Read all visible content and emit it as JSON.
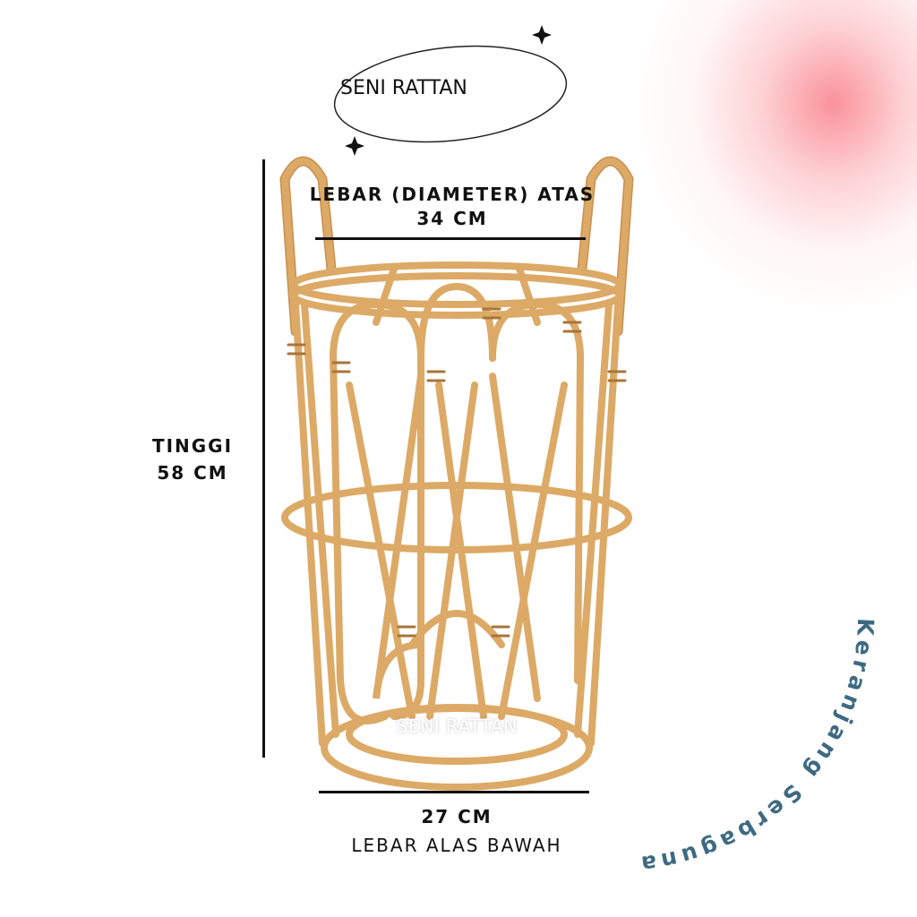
{
  "brand": {
    "name": "SENI RATTAN",
    "watermark": "SENI RATTAN"
  },
  "dimensions": {
    "top_width_label": "LEBAR (DIAMETER) ATAS",
    "top_width_value": "34 CM",
    "height_label": "TINGGI",
    "height_value": "58 CM",
    "bottom_width_value": "27 CM",
    "bottom_width_label": "LEBAR ALAS BAWAH"
  },
  "product_name": "Keranjang Serbaguna",
  "colors": {
    "rattan": "#d9a55f",
    "rattan_dark": "#b5803f",
    "curved_text": "#3d6a82",
    "glow": "#f88c96"
  }
}
